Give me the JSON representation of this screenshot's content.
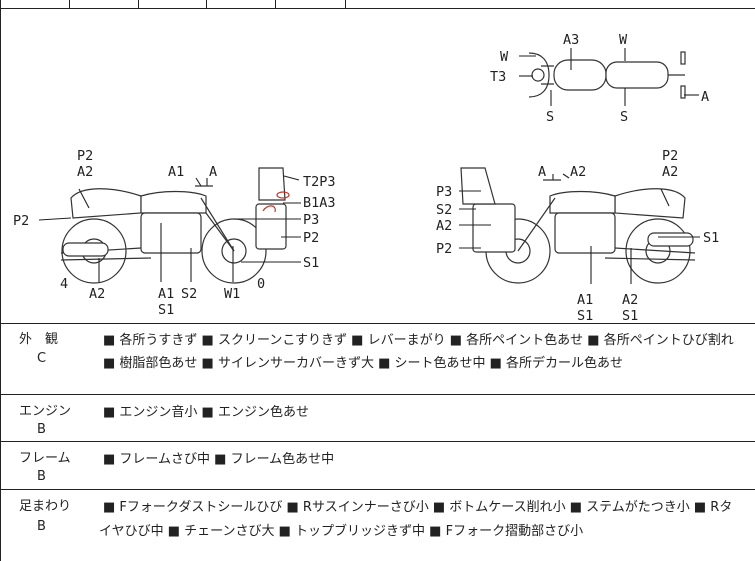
{
  "diagram": {
    "top_view_labels": {
      "a3": "A3",
      "w_right": "W",
      "w_left": "W",
      "t3": "T3",
      "a": "A",
      "s_left": "S",
      "s_right": "S"
    },
    "left_bike_labels": {
      "p2_top": "P2",
      "a2_top": "A2",
      "a1": "A1",
      "a": "A",
      "t2p3": "T2P3",
      "b1a3": "B1A3",
      "p3": "P3",
      "p2_right": "P2",
      "s1_right": "S1",
      "p2_left": "P2",
      "four": "4",
      "a2_bottom": "A2",
      "a1_bottom": "A1",
      "s2_bottom": "S2",
      "s1_bottom": "S1",
      "w1": "W1",
      "zero": "0"
    },
    "right_bike_labels": {
      "a": "A",
      "a2_top": "A2",
      "p2_top": "P2",
      "a2_top2": "A2",
      "p3": "P3",
      "s2": "S2",
      "a2_left": "A2",
      "p2_left": "P2",
      "s1_right": "S1",
      "a1_bottom": "A1",
      "s1_bottom_l": "S1",
      "a2_bottom": "A2",
      "s1_bottom_r": "S1"
    }
  },
  "rows": [
    {
      "category": "外　観",
      "grade": "C",
      "lines": [
        "■ 各所うすきず ■ スクリーンこすりきず ■ レバーまがり ■ 各所ペイント色あせ ■ 各所ペイントひび割れ",
        "■ 樹脂部色あせ ■ サイレンサーカバーきず大 ■ シート色あせ中 ■ 各所デカール色あせ"
      ]
    },
    {
      "category": "エンジン",
      "grade": "B",
      "lines": [
        "■ エンジン音小 ■ エンジン色あせ"
      ]
    },
    {
      "category": "フレーム",
      "grade": "B",
      "lines": [
        "■ フレームさび中 ■ フレーム色あせ中"
      ]
    },
    {
      "category": "足まわり",
      "grade": "B",
      "line1": "■ Fフォークダストシールひび ■ Rサスインナーさび小 ■ ボトムケース削れ小 ■ ステムがたつき小 ■ Rタ",
      "line2": "イヤひび中 ■ チェーンさび大 ■ トップブリッジきず中 ■ Fフォーク摺動部さび小"
    }
  ]
}
